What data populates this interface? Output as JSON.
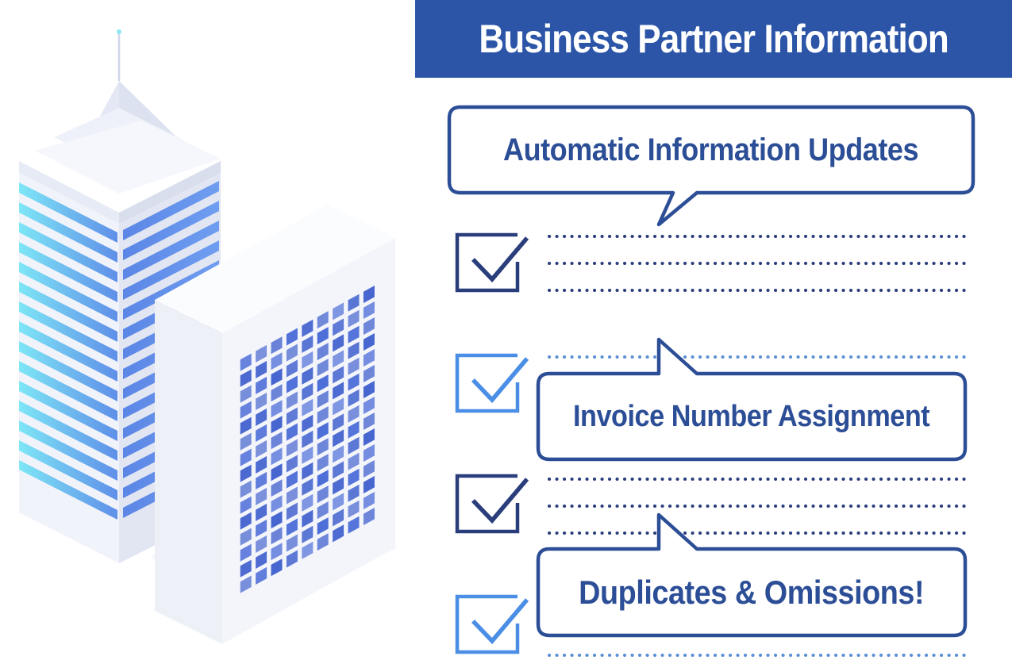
{
  "header": {
    "title": "Business Partner Information"
  },
  "callouts": [
    {
      "label": "Automatic Information Updates"
    },
    {
      "label": "Invoice Number Assignment"
    },
    {
      "label": "Duplicates & Omissions!"
    }
  ],
  "checklist": {
    "checked_items": 4,
    "total_items": 4
  },
  "colors": {
    "title_bar": "#2c55a8",
    "callout_border": "#2c4e96",
    "callout_text": "#2c4e96",
    "check_dark": "#2a3e7c",
    "check_light": "#4a8ee6",
    "building_glass_blue": "#5f8fe8",
    "building_glass_cyan": "#7ee6f6",
    "building_facade": "#f1f3fb"
  },
  "icons": [
    "checkbox-checked-icon",
    "office-tower-icon",
    "office-building-icon",
    "speech-bubble-icon"
  ]
}
